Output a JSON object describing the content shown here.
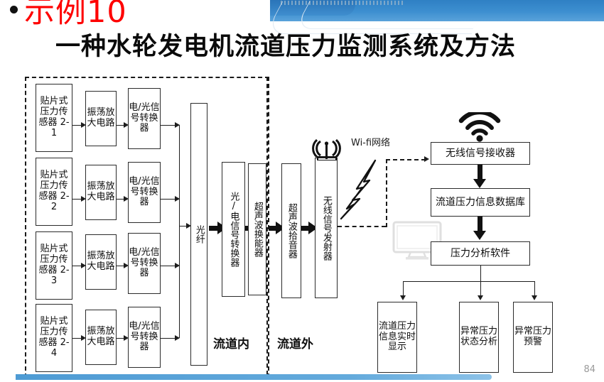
{
  "slide": {
    "example_label": "示例10",
    "title": "一种水轮发电机流道压力监测系统及方法",
    "page_number": "84",
    "accent_red": "#fe0000",
    "banner_blue": "#3d8fd0"
  },
  "diagram": {
    "zones": {
      "inside_label": "流道内",
      "outside_label": "流道外",
      "wifi_label": "Wi-fi网络"
    },
    "sensor_chain": [
      {
        "sensor": "贴片式压力传感器 2-1",
        "amplifier": "振荡放大电路",
        "converter": "电/光信号转换器"
      },
      {
        "sensor": "贴片式压力传感器 2-2",
        "amplifier": "振荡放大电路",
        "converter": "电/光信号转换器"
      },
      {
        "sensor": "贴片式压力传感器 2-3",
        "amplifier": "振荡放大电路",
        "converter": "电/光信号转换器"
      },
      {
        "sensor": "贴片式压力传感器 2-4",
        "amplifier": "振荡放大电路",
        "converter": "电/光信号转换器"
      }
    ],
    "fiber": "光纤",
    "optical_electric_converter": "光/电信号转换器",
    "ultrasonic_transducer": "超声波换能器",
    "ultrasonic_pickup": "超声波拾音器",
    "wireless_transmitter": "无线信号发射器",
    "wireless_receiver": "无线信号接收器",
    "pressure_database": "流道压力信息数据库",
    "analysis_software": "压力分析软件",
    "outputs": [
      "流道压力信息实时显示",
      "异常压力状态分析",
      "异常压力预警"
    ],
    "icons": {
      "transmit_antenna": "antenna-icon",
      "wifi_signal": "wifi-icon",
      "lightning_link": "lightning-bolt-icon",
      "monitor": "monitor-icon"
    }
  }
}
